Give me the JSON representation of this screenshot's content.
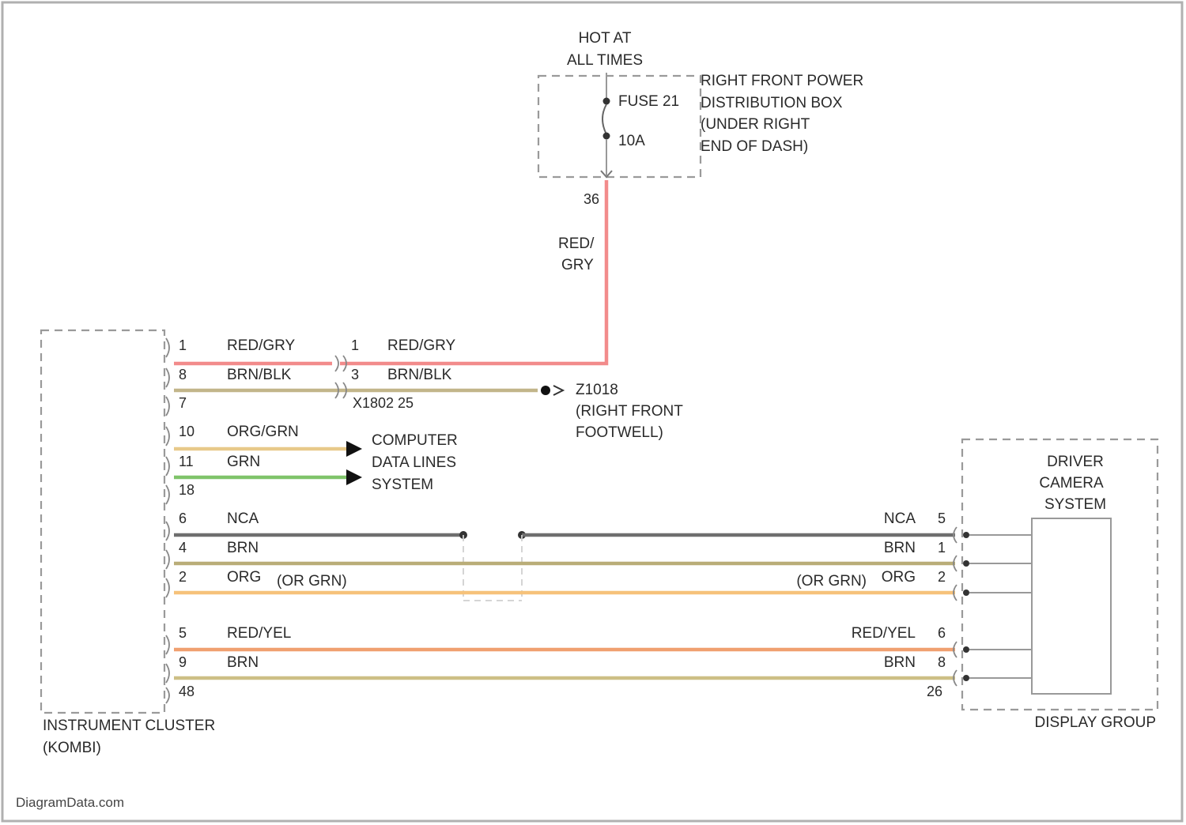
{
  "source": {
    "line1": "HOT AT",
    "line2": "ALL TIMES"
  },
  "fuse_box": {
    "fuse_name": "FUSE 21",
    "fuse_rating": "10A",
    "name_lines": [
      "RIGHT FRONT POWER",
      "DISTRIBUTION BOX",
      "(UNDER RIGHT",
      "END OF DASH)"
    ],
    "pin": "36"
  },
  "feed_wire": {
    "color_line1": "RED/",
    "color_line2": "GRY"
  },
  "inline_connector": {
    "left_pin1": "1",
    "left_color1": "RED/GRY",
    "right_pin1": "1",
    "right_color1": "RED/GRY",
    "left_pin2": "8",
    "left_color2": "BRN/BLK",
    "right_pin2": "3",
    "right_color2": "BRN/BLK",
    "left_pin3": "7",
    "name": "X1802 25"
  },
  "ground": {
    "id": "Z1018",
    "line2": "(RIGHT FRONT",
    "line3": "FOOTWELL)"
  },
  "data_lines": {
    "pin_a": "10",
    "color_a": "ORG/GRN",
    "pin_b": "11",
    "color_b": "GRN",
    "pin_c": "18",
    "label_lines": [
      "COMPUTER",
      "DATA LINES",
      "SYSTEM"
    ]
  },
  "camera_wires": [
    {
      "left_pin": "6",
      "left_color": "NCA",
      "right_color": "NCA",
      "right_pin": "5",
      "stroke": "#6e6e6e"
    },
    {
      "left_pin": "4",
      "left_color": "BRN",
      "right_color": "BRN",
      "right_pin": "1",
      "stroke": "#b9ad78"
    },
    {
      "left_pin": "2",
      "left_color": "ORG",
      "left_note": "(OR GRN)",
      "right_note": "(OR GRN)",
      "right_color": "ORG",
      "right_pin": "2",
      "stroke": "#f6c27a"
    },
    {
      "left_pin": "5",
      "left_color": "RED/YEL",
      "right_color": "RED/YEL",
      "right_pin": "6",
      "stroke": "#f0a070"
    },
    {
      "left_pin": "9",
      "left_color": "BRN",
      "right_color": "BRN",
      "right_pin": "8",
      "stroke": "#cdbf86"
    }
  ],
  "cluster": {
    "bottom_pin": "48",
    "name_line1": "INSTRUMENT CLUSTER",
    "name_line2": "(KOMBI)"
  },
  "camera_module": {
    "name_lines": [
      "DRIVER",
      "CAMERA",
      "SYSTEM"
    ],
    "bottom_pin": "26",
    "group_name": "DISPLAY GROUP"
  },
  "watermark": "DiagramData.com",
  "colors": {
    "red_gry": "#f28b8b",
    "brn_blk": "#c2b58a",
    "org_grn": "#e8c98a",
    "grn": "#7fc46a",
    "nca": "#6e6e6e"
  }
}
